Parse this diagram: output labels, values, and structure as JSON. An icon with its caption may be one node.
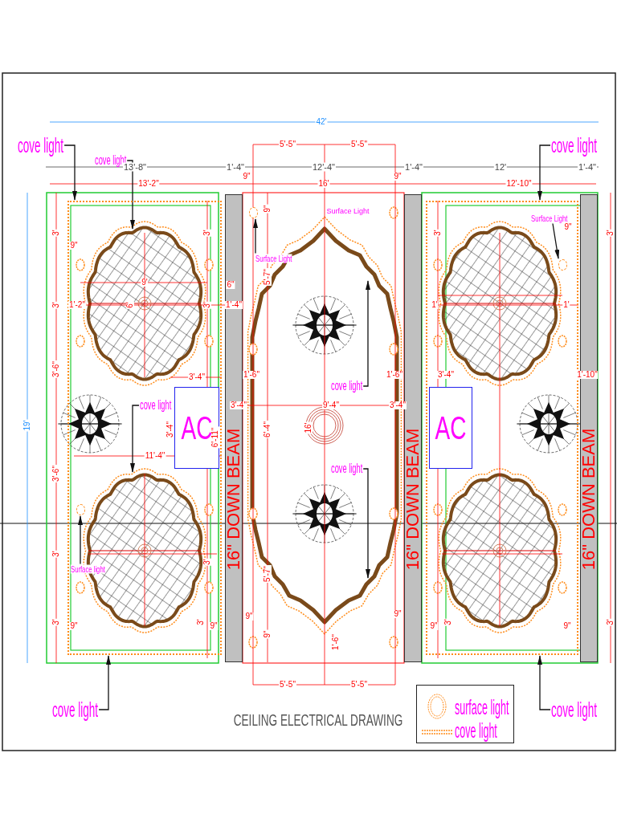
{
  "diagram": {
    "title": "CEILING ELECTRICAL DRAWING",
    "nodes": [
      {
        "text": [],
        "shape": "box"
      },
      {
        "text": [],
        "shape": "box"
      },
      {
        "text": [
          "cove light"
        ]
      },
      {
        "text": [
          "cove light"
        ]
      },
      {
        "text": [
          "cove light"
        ]
      },
      {
        "text": [
          "Surface Light"
        ]
      },
      {
        "text": [
          "Surface Light"
        ],
        "in": 1
      },
      {
        "text": [
          "cove light"
        ],
        "in": 0
      },
      {
        "text": [
          "cove light"
        ]
      },
      {
        "text": [
          "AC"
        ],
        "in": 0
      },
      {
        "text": [
          "AC"
        ],
        "in": 1
      },
      {
        "text": [
          "16\" DOWN BEAM"
        ]
      },
      {
        "text": [
          "16\" DOWN BEAM"
        ]
      },
      {
        "text": [
          "16\" DOWN BEAM"
        ]
      },
      {
        "text": [
          "cove light"
        ]
      },
      {
        "text": [
          "Surface light"
        ],
        "in": 0
      },
      {
        "text": [
          "cove light"
        ]
      },
      {
        "text": [
          "cove light"
        ]
      },
      {
        "text": [],
        "shape": "circle"
      },
      {
        "text": [],
        "shape": "circle",
        "in": 1
      },
      {
        "text": [],
        "shape": "circle",
        "in": 0
      }
    ],
    "edges": [
      {
        "from": 2,
        "to": 0,
        "arrow": "to"
      },
      {
        "from": 3,
        "to": null,
        "arrow": "to"
      },
      {
        "from": 4,
        "to": 1,
        "arrow": "to"
      },
      {
        "from": 5,
        "to": 18,
        "arrow": "to"
      },
      {
        "from": 6,
        "to": 19,
        "arrow": "to"
      },
      {
        "from": 7,
        "to": null,
        "arrow": "to"
      },
      {
        "from": 8,
        "to": null,
        "arrow": "to"
      },
      {
        "from": 14,
        "to": null,
        "arrow": "to"
      },
      {
        "from": 15,
        "to": 20,
        "arrow": "to"
      },
      {
        "from": 16,
        "to": 0,
        "arrow": "to"
      },
      {
        "from": 17,
        "to": 1,
        "arrow": "to"
      }
    ],
    "labels": [
      "42'",
      "5'-5\"",
      "5'-5\"",
      "13'-8\"",
      "1'-4\"",
      "12'-4\"",
      "1'-4\"",
      "12'",
      "1'-4\"",
      "9\"",
      "13'-2\"",
      "16'",
      "9\"",
      "12'-10\"",
      "9\"",
      "Surface Light",
      "9\"",
      "3'",
      "3'",
      "3'",
      "3'",
      "9\"",
      "9'",
      "5'-7\"",
      "6\"",
      "3'",
      "1'-2\"",
      "6'",
      "3'",
      "1'-4\"",
      "1'",
      "1'",
      "3'-6\"",
      "3'-4\"",
      "1'-6\"",
      "1'-6\"",
      "3'-4\"",
      "1'-10\"",
      "3'-4\"",
      "9'-4\"",
      "3'-4\"",
      "19'",
      "3'-4\"",
      "6'-11\"",
      "6'-4\"",
      "16'",
      "11'-4\"",
      "3'-6\"",
      "3'",
      "3'",
      "5'-7\"",
      "3'",
      "9\"",
      "3'",
      "9\"",
      "9\"",
      "9\"",
      "9\"",
      "3'",
      "9\"",
      "3'",
      "9\"",
      "1'-6\"",
      "5'-5\"",
      "5'-5\""
    ],
    "legend": [
      {
        "text": "surface light"
      },
      {
        "text": "cove light"
      }
    ]
  }
}
